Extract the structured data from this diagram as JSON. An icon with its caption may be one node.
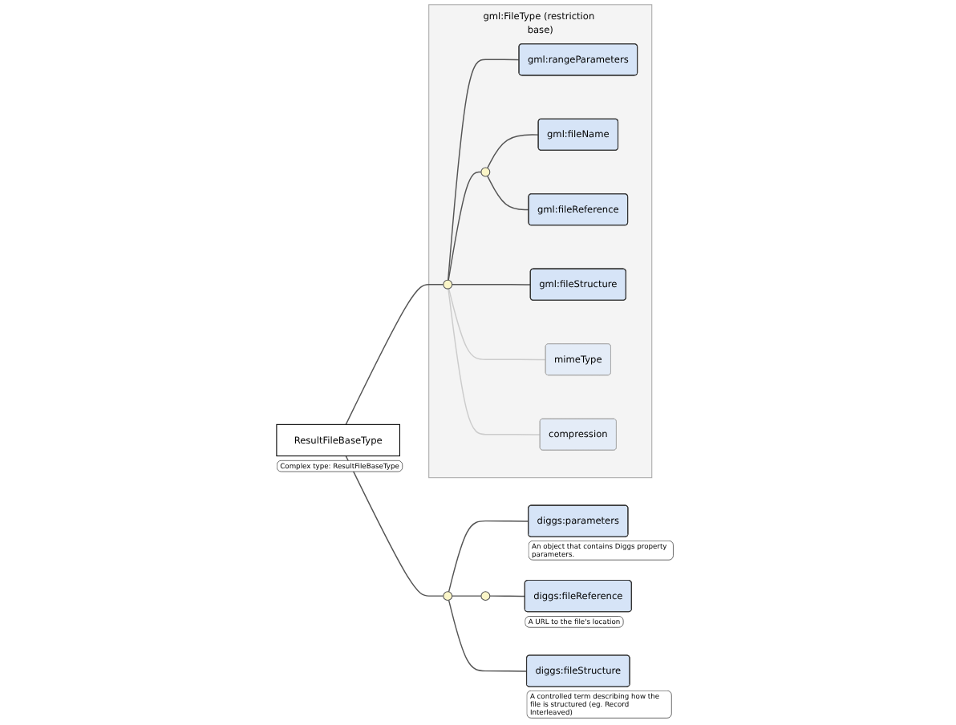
{
  "diagram": {
    "nodes": [
      {
        "text": [
          "ResultFileBaseType"
        ],
        "beside": [
          "Complex type: ResultFileBaseType"
        ]
      },
      {
        "text": [
          "gml:FileType (restriction base)"
        ]
      },
      {
        "text": [],
        "shape": "circle",
        "in": 1
      },
      {
        "text": [
          "gml:rangeParameters"
        ],
        "in": 1
      },
      {
        "text": [],
        "shape": "circle",
        "in": 1
      },
      {
        "text": [
          "gml:fileName"
        ],
        "in": 1
      },
      {
        "text": [
          "gml:fileReference"
        ],
        "in": 1
      },
      {
        "text": [
          "gml:fileStructure"
        ],
        "in": 1
      },
      {
        "text": [
          "mimeType"
        ],
        "in": 1
      },
      {
        "text": [
          "compression"
        ],
        "in": 1
      },
      {
        "text": [],
        "shape": "circle"
      },
      {
        "text": [
          "diggs:parameters"
        ],
        "beside": [
          "An object that contains Diggs property parameters."
        ]
      },
      {
        "text": [],
        "shape": "circle"
      },
      {
        "text": [
          "diggs:fileReference"
        ],
        "beside": [
          "A URL to the file's location"
        ]
      },
      {
        "text": [
          "diggs:fileStructure"
        ],
        "beside": [
          "A controlled term describing how the file is structured (eg. Record Interleaved)"
        ]
      }
    ],
    "edges": [
      {
        "from": 0,
        "to": 2,
        "arrow": "none"
      },
      {
        "from": 2,
        "to": 3,
        "arrow": "none"
      },
      {
        "from": 2,
        "to": 4,
        "arrow": "none"
      },
      {
        "from": 4,
        "to": 5,
        "arrow": "none"
      },
      {
        "from": 4,
        "to": 6,
        "arrow": "none"
      },
      {
        "from": 2,
        "to": 7,
        "arrow": "none"
      },
      {
        "from": 2,
        "to": 8,
        "arrow": "none",
        "color": "#cccccc"
      },
      {
        "from": 2,
        "to": 9,
        "arrow": "none",
        "color": "#cccccc"
      },
      {
        "from": 0,
        "to": 10,
        "arrow": "none"
      },
      {
        "from": 10,
        "to": 11,
        "arrow": "none"
      },
      {
        "from": 10,
        "to": 12,
        "arrow": "none"
      },
      {
        "from": 12,
        "to": 13,
        "arrow": "none"
      },
      {
        "from": 10,
        "to": 14,
        "arrow": "none"
      }
    ]
  }
}
